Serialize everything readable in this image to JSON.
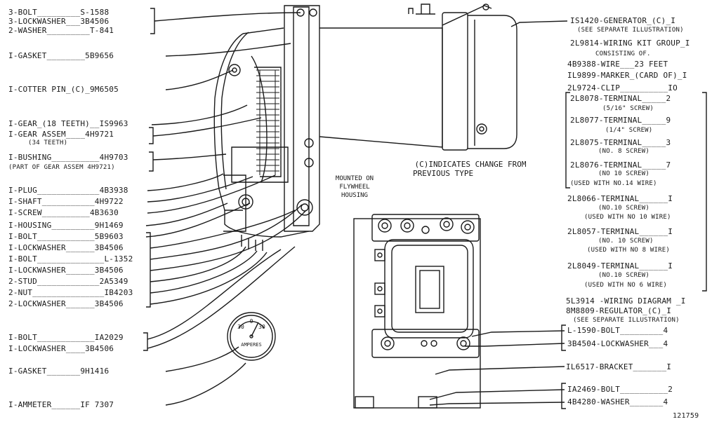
{
  "left_parts": [
    {
      "text": "3-BOLT_________S-1588"
    },
    {
      "text": "3-LOCKWASHER___3B4506"
    },
    {
      "text": "2-WASHER_________T-841"
    },
    {
      "text": "I-GASKET________5B9656"
    },
    {
      "text": "I-COTTER PIN_(C)_9M6505"
    },
    {
      "text": "I-GEAR_(18 TEETH)__IS9963"
    },
    {
      "text": "I-GEAR ASSEM____4H9721"
    },
    {
      "text": "(34 TEETH)"
    },
    {
      "text": "I-BUSHING__________4H9703"
    },
    {
      "text": "(PART OF GEAR ASSEM 4H9721)"
    },
    {
      "text": "I-PLUG_____________4B3938"
    },
    {
      "text": "I-SHAFT___________4H9722"
    },
    {
      "text": "I-SCREW__________4B3630"
    },
    {
      "text": "I-HOUSING_________9H1469"
    },
    {
      "text": "I-BOLT____________5B9603"
    },
    {
      "text": "I-LOCKWASHER______3B4506"
    },
    {
      "text": "I-BOLT______________L-1352"
    },
    {
      "text": "I-LOCKWASHER______3B4506"
    },
    {
      "text": "2-STUD_____________2A5349"
    },
    {
      "text": "2-NUT_______________IB4203"
    },
    {
      "text": "2-LOCKWASHER______3B4506"
    },
    {
      "text": "I-BOLT____________IA2029"
    },
    {
      "text": "I-LOCKWASHER____3B4506"
    },
    {
      "text": "I-GASKET_______9H1416"
    },
    {
      "text": "I-AMMETER______IF 7307"
    }
  ],
  "right_parts": [
    {
      "text": "IS1420-GENERATOR_(C)_I"
    },
    {
      "text": "(SEE SEPARATE ILLUSTRATION)"
    },
    {
      "text": "2L9814-WIRING KIT GROUP_I"
    },
    {
      "text": "CONSISTING OF."
    },
    {
      "text": "4B9388-WIRE___23 FEET"
    },
    {
      "text": "IL9899-MARKER_(CARD OF)_I"
    },
    {
      "text": "2L9724-CLIP__________IO"
    },
    {
      "text": "2L8078-TERMINAL_____2"
    },
    {
      "text": "(5/16\" SCREW)"
    },
    {
      "text": "2L8077-TERMINAL_____9"
    },
    {
      "text": "(1/4\" SCREW)"
    },
    {
      "text": "2L8075-TERMINAL_____3"
    },
    {
      "text": "(NO. 8 SCREW)"
    },
    {
      "text": "2L8076-TERMINAL_____7"
    },
    {
      "text": "(NO 10 SCREW)"
    },
    {
      "text": "(USED WITH NO.14 WIRE)"
    },
    {
      "text": "2L8066-TERMINAL______I"
    },
    {
      "text": "(NO.10 SCREW)"
    },
    {
      "text": "(USED WITH NO 10 WIRE)"
    },
    {
      "text": "2L8057-TERMINAL______I"
    },
    {
      "text": "(NO. 10 SCREW)"
    },
    {
      "text": "(USED WITH NO 8 WIRE)"
    },
    {
      "text": "2L8049-TERMINAL______I"
    },
    {
      "text": "(NO.10 SCREW)"
    },
    {
      "text": "(USED WITH NO 6 WIRE)"
    },
    {
      "text": "5L3914 -WIRING DIAGRAM _I"
    },
    {
      "text": "8M8809-REGULATOR_(C)_I"
    },
    {
      "text": "(SEE SEPARATE ILLUSTRATION)"
    },
    {
      "text": "L-1590-BOLT_________4"
    },
    {
      "text": "3B4504-LOCKWASHER___4"
    },
    {
      "text": "IL6517-BRACKET_______I"
    },
    {
      "text": "IA2469-BOLT__________2"
    },
    {
      "text": "4B4280-WASHER_______4"
    }
  ],
  "notes": {
    "change_line1": "(C)INDICATES CHANGE FROM",
    "change_line2": "PREVIOUS TYPE",
    "mounted_line1": "MOUNTED ON",
    "mounted_line2": "FLYWHEEL",
    "mounted_line3": "HOUSING",
    "ammeter_face": "AMPERES",
    "ammeter_left": "30",
    "ammeter_mid": "0",
    "ammeter_right": "30",
    "figure_number": "121759"
  }
}
